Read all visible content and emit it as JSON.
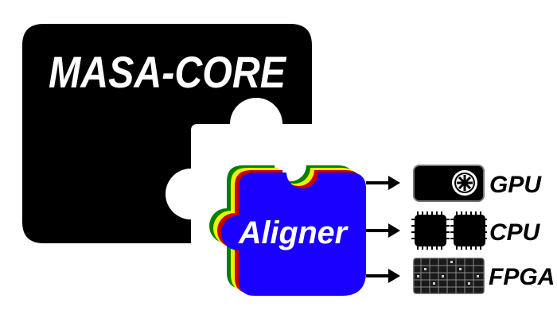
{
  "core": {
    "title": "MASA-CORE"
  },
  "plugin": {
    "title": "Aligner"
  },
  "targets": [
    {
      "label": "GPU",
      "icon": "gpu-icon"
    },
    {
      "label": "CPU",
      "icon": "cpu-icon"
    },
    {
      "label": "FPGA",
      "icon": "fpga-icon"
    }
  ],
  "colors": {
    "core": "#000000",
    "plugin_front": "#1a00ff",
    "plugin_layer_yellow": "#f0f000",
    "plugin_layer_red": "#c80000",
    "plugin_layer_green": "#008000",
    "text_on_dark": "#ffffff"
  }
}
